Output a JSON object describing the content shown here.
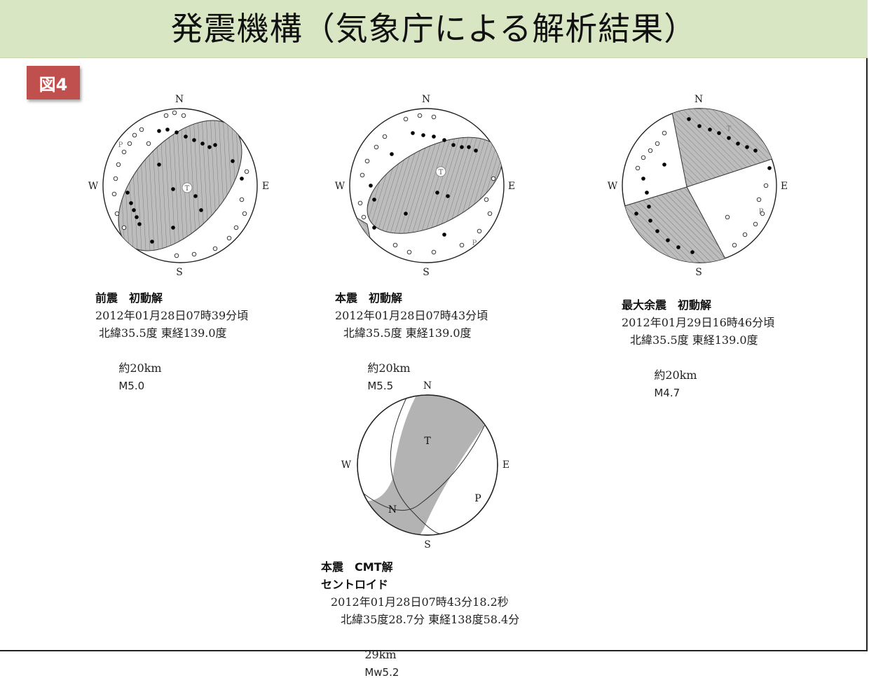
{
  "title": "発震機構（気象庁による解析結果）",
  "figure_label": "図4",
  "directions": {
    "north": "N",
    "south": "S",
    "west": "W",
    "east": "E"
  },
  "mechanisms": [
    {
      "caption_title": "前震　初動解",
      "datetime": "2012年01月28日07時39分頃",
      "location": "北緯35.5度 東経139.0度",
      "depth": "約20km",
      "magnitude": "M5.0",
      "axis_labels": {
        "t": "T",
        "p": "P"
      }
    },
    {
      "caption_title": "本震　初動解",
      "datetime": "2012年01月28日07時43分頃",
      "location": "北緯35.5度 東経139.0度",
      "depth": "約20km",
      "magnitude": "M5.5",
      "axis_labels": {
        "t": "T",
        "p": "P"
      }
    },
    {
      "caption_title": "最大余震　初動解",
      "datetime": "2012年01月29日16時46分頃",
      "location": "北緯35.5度 東経139.0度",
      "depth": "約20km",
      "magnitude": "M4.7",
      "axis_labels": {
        "t": "T",
        "p": "P"
      }
    }
  ],
  "cmt": {
    "caption_title": "本震　CMT解",
    "caption_subtitle": "セントロイド",
    "datetime": "2012年01月28日07時43分18.2秒",
    "location": "北緯35度28.7分 東経138度58.4分",
    "depth": "29km",
    "magnitude": "Mw5.2",
    "axis_labels": {
      "t": "T",
      "p": "P",
      "n": "N"
    }
  },
  "colors": {
    "compression_fill": "#b3b3b3",
    "title_bg": "#d9e6c3",
    "badge_bg": "#c0504d"
  }
}
